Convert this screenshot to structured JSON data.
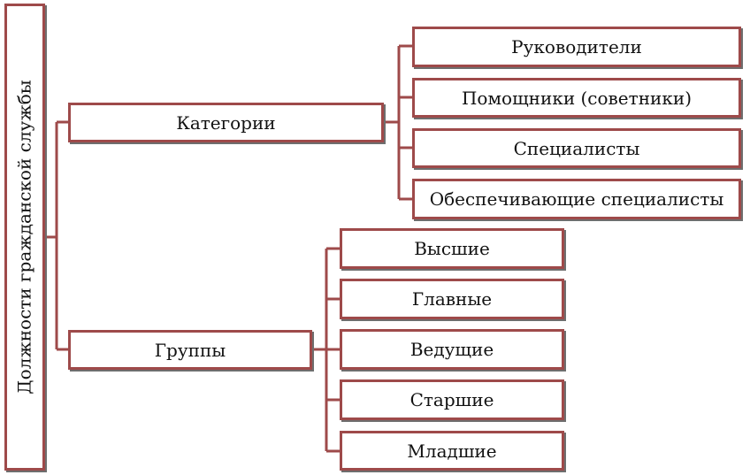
{
  "root": {
    "label": "Должности гражданской службы"
  },
  "categories": {
    "label": "Категории",
    "items": [
      "Руководители",
      "Помощники (советники)",
      "Специалисты",
      "Обеспечивающие специалисты"
    ]
  },
  "groups": {
    "label": "Группы",
    "items": [
      "Высшие",
      "Главные",
      "Ведущие",
      "Старшие",
      "Младшие"
    ]
  },
  "colors": {
    "border": "#9e4a4a",
    "connector": "#9e4a4a",
    "shadow": "#6e6e6e"
  }
}
